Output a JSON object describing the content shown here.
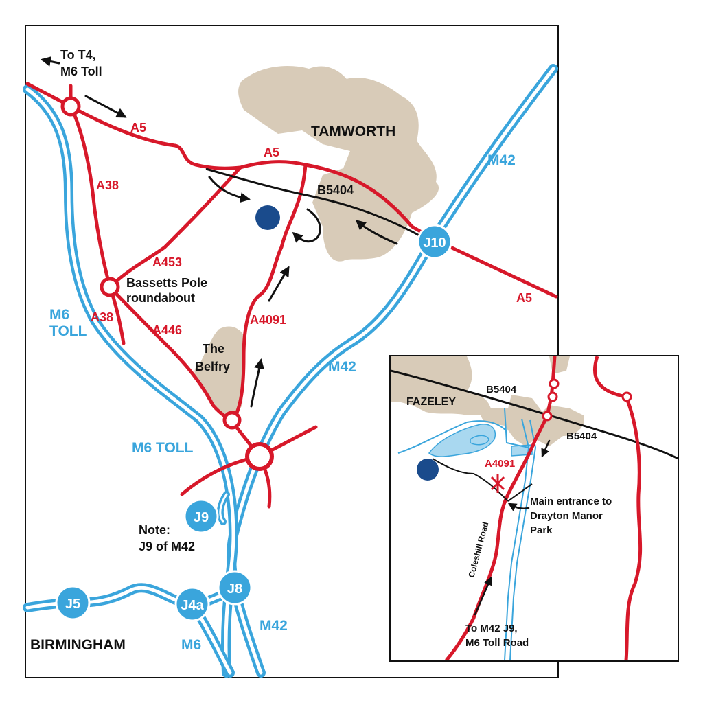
{
  "colors": {
    "road_red": "#d7182a",
    "motorway_blue": "#3aa5dc",
    "town_tan": "#d8cbb8",
    "venue_marker": "#1a4b8c",
    "lake_blue": "#a9d8f0"
  },
  "main_map": {
    "roads": {
      "a5_west": "A5",
      "a5_middle": "A5",
      "a5_east": "A5",
      "a38_north": "A38",
      "a38_south": "A38",
      "a453": "A453",
      "a446": "A446",
      "a4091": "A4091",
      "b5404": "B5404"
    },
    "motorways": {
      "m42_north": "M42",
      "m42_middle": "M42",
      "m42_south": "M42",
      "m6_toll_west": "M6",
      "m6_toll_west_2": "TOLL",
      "m6_toll_south": "M6 TOLL",
      "m6": "M6"
    },
    "junctions": {
      "j10": "J10",
      "j9": "J9",
      "j8": "J8",
      "j5": "J5",
      "j4a": "J4a"
    },
    "places": {
      "tamworth": "TAMWORTH",
      "birmingham": "BIRMINGHAM",
      "belfry_1": "The",
      "belfry_2": "Belfry",
      "bassetts_1": "Bassetts Pole",
      "bassetts_2": "roundabout"
    },
    "notes": {
      "to_t4_1": "To T4,",
      "to_t4_2": "M6 Toll",
      "note_1": "Note:",
      "note_2": "J9 of M42"
    }
  },
  "inset_map": {
    "fazeley": "FAZELEY",
    "b5404_top": "B5404",
    "b5404_right": "B5404",
    "a4091": "A4091",
    "main_entrance_1": "Main entrance to",
    "main_entrance_2": "Drayton Manor",
    "main_entrance_3": "Park",
    "coleshill_road": "Coleshill Road",
    "to_m42_1": "To M42 J9,",
    "to_m42_2": "M6 Toll Road"
  }
}
